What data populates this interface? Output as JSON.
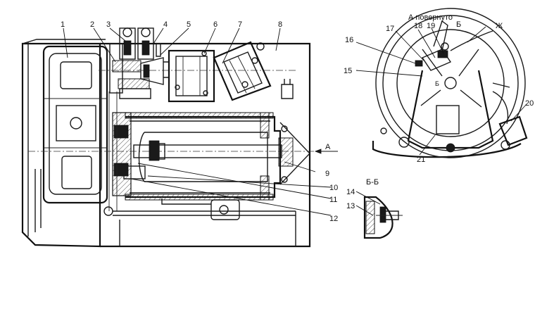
{
  "labels": {
    "n1": "1",
    "n2": "2",
    "n3": "3",
    "n4": "4",
    "n5": "5",
    "n6": "6",
    "n7": "7",
    "n8": "8",
    "n9": "9",
    "n10": "10",
    "n11": "11",
    "n12": "12",
    "n13": "13",
    "n14": "14",
    "n15": "15",
    "n16": "16",
    "n17": "17",
    "n18": "18",
    "n19": "19",
    "n20": "20",
    "n21": "21"
  },
  "view_labels": {
    "view_a_rotated": "А повернуто",
    "arrow_a": "А",
    "section_b": "Б",
    "section_b_view": "Б-Б",
    "mark_b": "Б",
    "mark_zh": "Ж"
  }
}
